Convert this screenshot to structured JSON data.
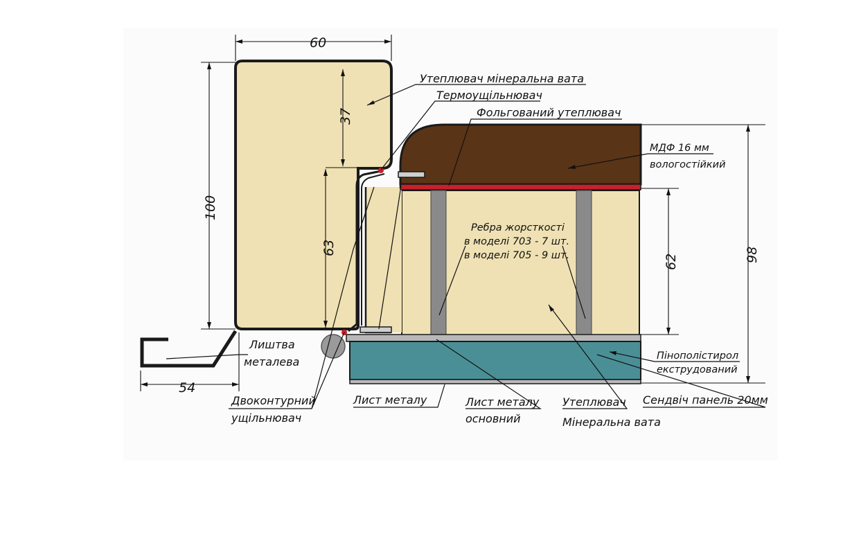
{
  "colors": {
    "insulation": "#efe1b4",
    "mdf": "#5a3417",
    "foil": "#c9202a",
    "rib": "#8a8a8a",
    "sandwich": "#4a8f96",
    "metal_sheet": "#b8b8b8",
    "outline": "#1a1a1a",
    "backdrop": "#fbfbfb"
  },
  "dimensions": {
    "frame_width": "60",
    "frame_top": "37",
    "frame_height": "100",
    "frame_lower": "63",
    "casing_width": "54",
    "leaf_inner": "62",
    "leaf_total": "98"
  },
  "labels": {
    "mineral_wool_insulation": "Утеплювач мінеральна вата",
    "thermal_seal": "Термоущільнювач",
    "foil_insulation": "Фольгований утеплювач",
    "mdf_line1": "МДФ 16 мм",
    "mdf_line2": "вологостійкий",
    "ribs_line1": "Ребра жорсткості",
    "ribs_line2": "в моделі 703 - 7 шт.",
    "ribs_line3": "в моделі 705 - 9 шт.",
    "casing_line1": "Лиштва",
    "casing_line2": "металева",
    "polystyrene_line1": "Пінополістирол",
    "polystyrene_line2": "екструдований",
    "double_seal_line1": "Двоконтурний",
    "double_seal_line2": "ущільнювач",
    "metal_sheet": "Лист металу",
    "base_metal_line1": "Лист металу",
    "base_metal_line2": "основний",
    "insulation_line1": "Утеплювач",
    "insulation_line2": "Мінеральна вата",
    "sandwich_panel": "Сендвіч панель 20мм"
  }
}
